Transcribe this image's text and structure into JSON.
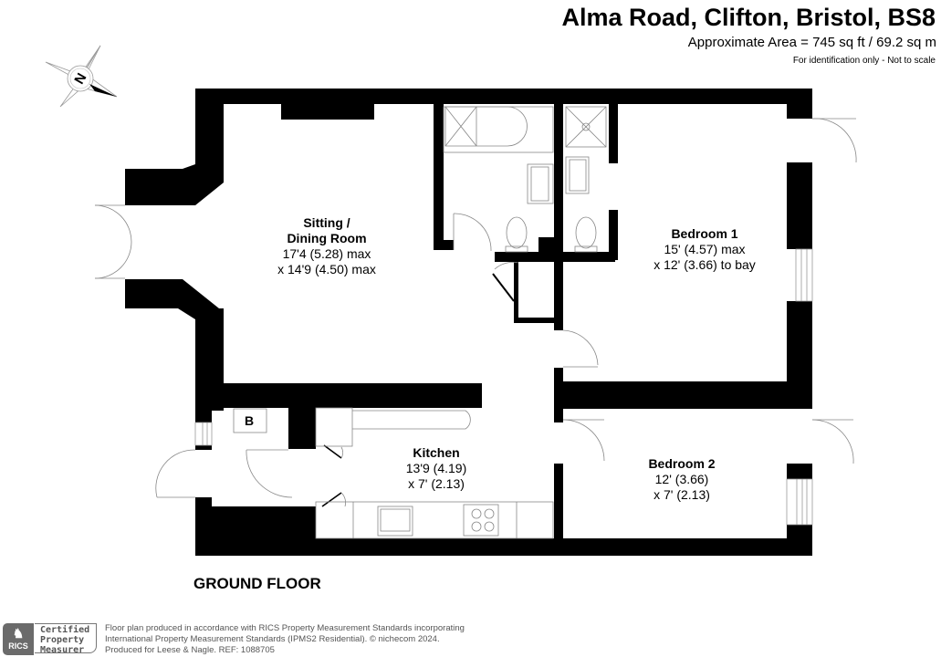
{
  "header": {
    "title": "Alma Road, Clifton, Bristol, BS8",
    "area": "Approximate Area = 745 sq ft / 69.2 sq m",
    "note": "For identification only - Not to scale"
  },
  "compass": {
    "label": "N",
    "icon": "north-arrow-icon"
  },
  "rooms": [
    {
      "name_line1": "Sitting /",
      "name_line2": "Dining Room",
      "dim1": "17'4 (5.28) max",
      "dim2": "x 14'9 (4.50) max"
    },
    {
      "name_line1": "Bedroom 1",
      "dim1": "15' (4.57) max",
      "dim2": "x 12' (3.66) to bay"
    },
    {
      "name_line1": "Kitchen",
      "dim1": "13'9 (4.19)",
      "dim2": "x 7' (2.13)"
    },
    {
      "name_line1": "Bedroom 2",
      "dim1": "12' (3.66)",
      "dim2": "x 7' (2.13)"
    }
  ],
  "boiler_label": "B",
  "floor_label": "GROUND FLOOR",
  "footer": {
    "rics_label": "RICS",
    "cert_line1": "Certified",
    "cert_line2": "Property",
    "cert_line3": "Measurer",
    "text_line1": "Floor plan produced in accordance with RICS Property Measurement Standards incorporating",
    "text_line2": "International Property Measurement Standards (IPMS2 Residential).   © nichecom 2024.",
    "text_line3": "Produced for Leese & Nagle.    REF:  1088705"
  },
  "colors": {
    "wall": "#000000",
    "fixture_line": "#888888",
    "footer_text": "#555555",
    "rics_grey": "#6b6b6b"
  }
}
